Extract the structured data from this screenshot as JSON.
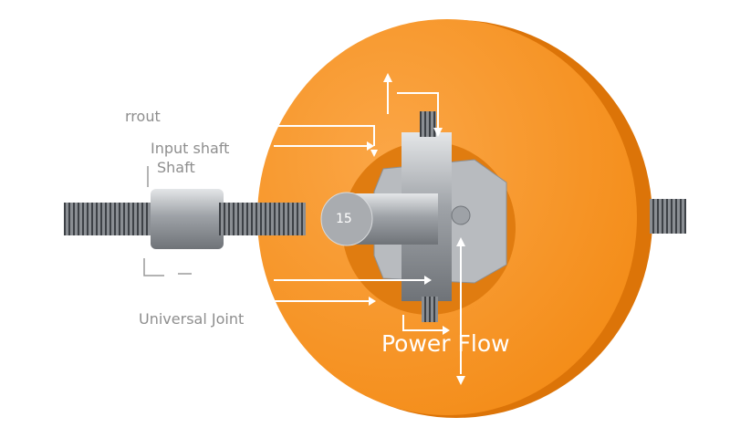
{
  "labels": {
    "top": "rrout",
    "input_shaft": "Input shaft",
    "shaft": "Shaft",
    "universal_joint": "Universal Joint",
    "power_flow": "Power Flow",
    "shaft_end_marking": "15"
  },
  "colors": {
    "disc": "#f7911e",
    "disc_rim": "#e07a0c",
    "recess": "#e8820f",
    "metal": "#b9bcc0",
    "label_text": "#8e8e8e",
    "arrows": "#ffffff"
  }
}
